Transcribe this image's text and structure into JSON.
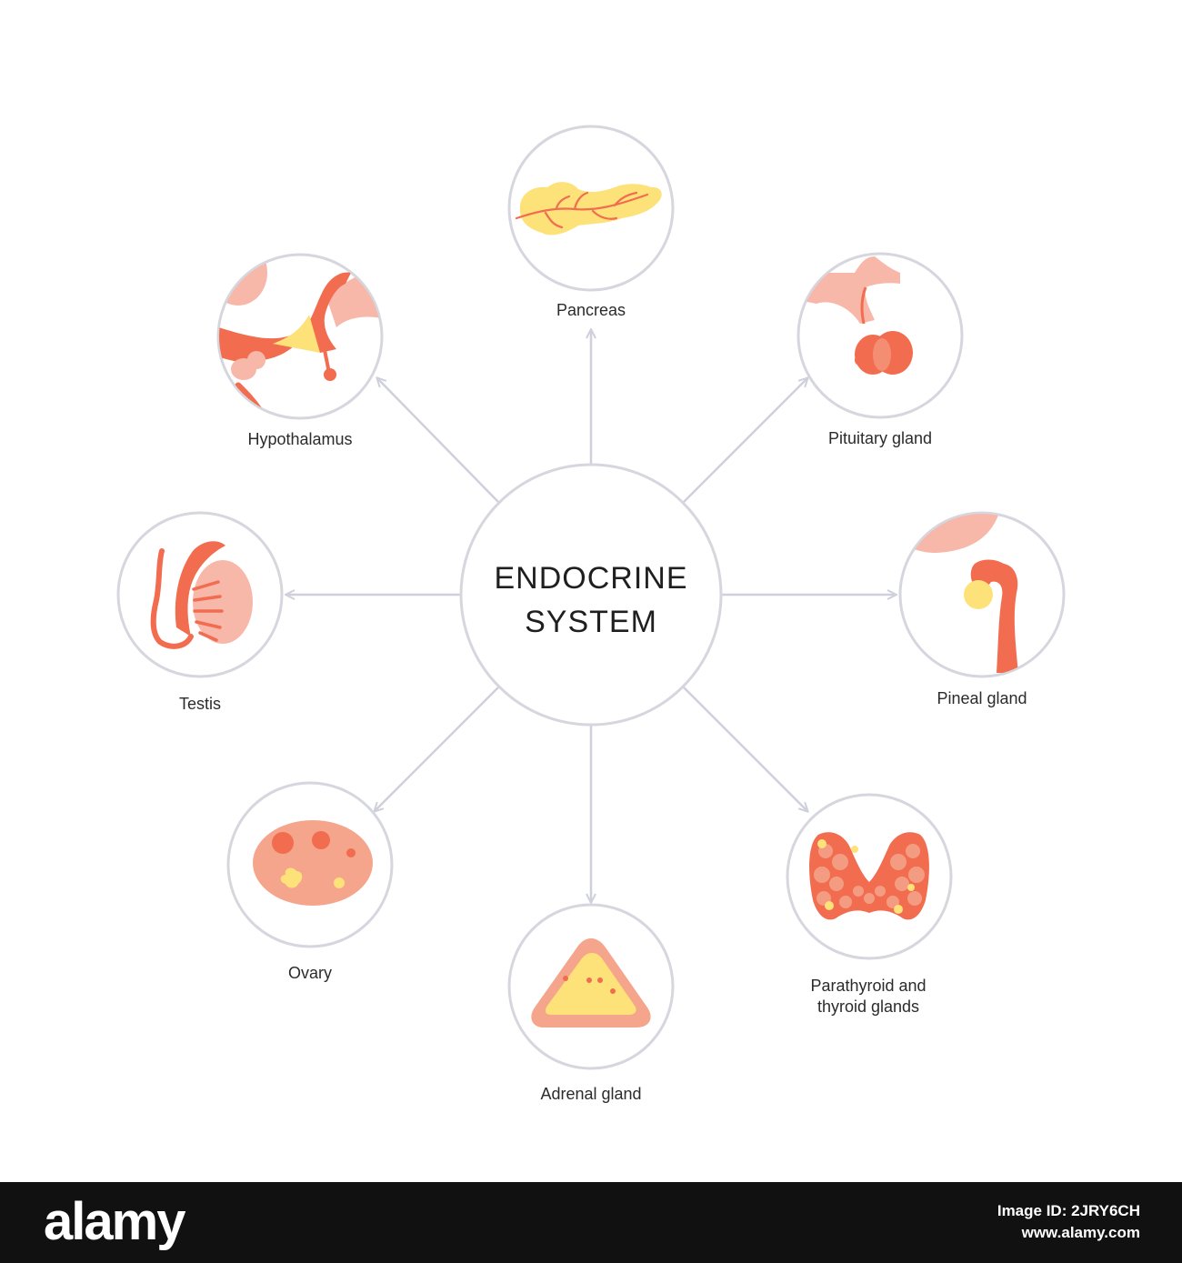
{
  "title": {
    "line1": "ENDOCRINE",
    "line2": "SYSTEM"
  },
  "glands": {
    "pancreas": "Pancreas",
    "hypothalamus": "Hypothalamus",
    "pituitary": "Pituitary gland",
    "testis": "Testis",
    "pineal": "Pineal gland",
    "ovary": "Ovary",
    "adrenal": "Adrenal gland",
    "thyroid_line1": "Parathyroid and",
    "thyroid_line2": "thyroid glands"
  },
  "colors": {
    "circle_stroke": "#d6d6df",
    "arrow": "#cfd0dc",
    "organ_orange": "#f26c4f",
    "organ_salmon": "#f5a58b",
    "organ_pink": "#f7b8aa",
    "organ_yellow": "#fde27a"
  },
  "footer": {
    "brand": "alamy",
    "image_id": "Image ID: 2JRY6CH",
    "url": "www.alamy.com"
  }
}
